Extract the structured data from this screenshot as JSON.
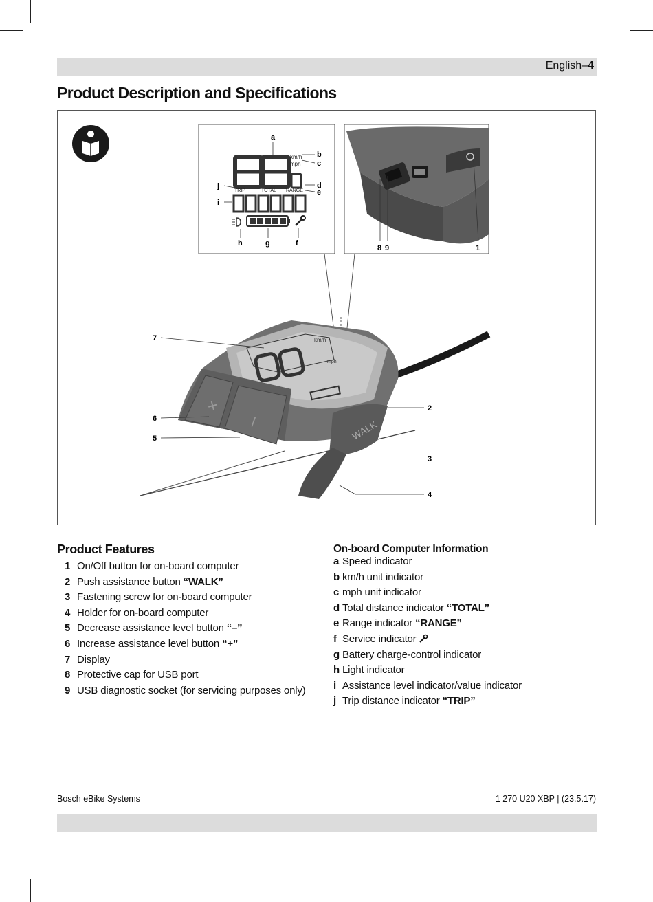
{
  "header": {
    "language": "English",
    "separator": "–",
    "page": "4"
  },
  "title": "Product Description and Specifications",
  "figure": {
    "callouts_main": [
      "7",
      "6",
      "5",
      "2",
      "3",
      "4"
    ],
    "callouts_display": [
      "a",
      "b",
      "c",
      "d",
      "e",
      "j",
      "i",
      "h",
      "g",
      "f"
    ],
    "callouts_usb": [
      "8",
      "9",
      "1"
    ],
    "display_labels": {
      "kmh": "km/h",
      "mph": "mph",
      "trip": "TRIP",
      "total": "TOTAL",
      "range": "RANGE"
    },
    "device_labels": {
      "walk": "WALK",
      "kmh": "km/h",
      "mph": "mph",
      "plus": "+",
      "minus": "–"
    },
    "icons": [
      "read-manual-icon",
      "light-icon",
      "wrench-icon",
      "battery-icon",
      "power-icon"
    ]
  },
  "features": {
    "heading": "Product Features",
    "items": [
      {
        "num": "1",
        "text": "On/Off button for on-board computer",
        "bold": ""
      },
      {
        "num": "2",
        "text": "Push assistance button ",
        "bold": "“WALK”"
      },
      {
        "num": "3",
        "text": "Fastening screw for on-board computer",
        "bold": ""
      },
      {
        "num": "4",
        "text": "Holder for on-board computer",
        "bold": ""
      },
      {
        "num": "5",
        "text": "Decrease assistance level button ",
        "bold": "“–”"
      },
      {
        "num": "6",
        "text": "Increase assistance level button ",
        "bold": "“+”"
      },
      {
        "num": "7",
        "text": "Display",
        "bold": ""
      },
      {
        "num": "8",
        "text": "Protective cap for USB port",
        "bold": ""
      },
      {
        "num": "9",
        "text": "USB diagnostic socket (for servicing purposes only)",
        "bold": ""
      }
    ]
  },
  "info": {
    "heading": "On-board Computer Information",
    "items": [
      {
        "num": "a",
        "text": "Speed indicator",
        "bold": ""
      },
      {
        "num": "b",
        "text": "km/h unit indicator",
        "bold": ""
      },
      {
        "num": "c",
        "text": "mph unit indicator",
        "bold": ""
      },
      {
        "num": "d",
        "text": "Total distance indicator ",
        "bold": "“TOTAL”"
      },
      {
        "num": "e",
        "text": "Range indicator ",
        "bold": "“RANGE”"
      },
      {
        "num": "f",
        "text": "Service indicator ",
        "bold": ""
      },
      {
        "num": "g",
        "text": "Battery charge-control indicator",
        "bold": ""
      },
      {
        "num": "h",
        "text": "Light indicator",
        "bold": ""
      },
      {
        "num": "i",
        "text": "Assistance level indicator/value indicator",
        "bold": ""
      },
      {
        "num": "j",
        "text": "Trip distance indicator ",
        "bold": "“TRIP”"
      }
    ]
  },
  "footer": {
    "left": "Bosch eBike Systems",
    "right": "1 270 U20 XBP | (23.5.17)"
  }
}
